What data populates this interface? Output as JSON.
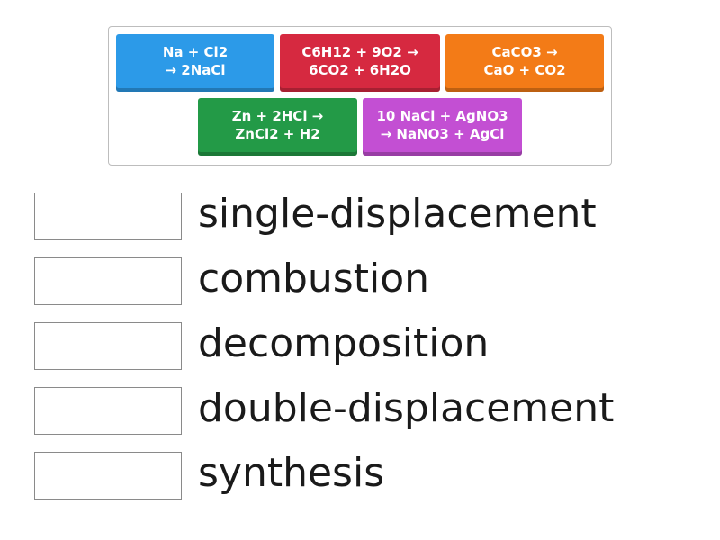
{
  "tiles": [
    {
      "label": "Na + Cl2\n→ 2NaCl",
      "color": "#2c9ae8"
    },
    {
      "label": "C6H12 + 9O2 →\n6CO2 + 6H2O",
      "color": "#d62940"
    },
    {
      "label": "CaCO3 →\nCaO + CO2",
      "color": "#f37b17"
    },
    {
      "label": "Zn + 2HCl →\nZnCl2 + H2",
      "color": "#239a47"
    },
    {
      "label": "10 NaCl + AgNO3\n→ NaNO3 + AgCl",
      "color": "#c34fd3"
    }
  ],
  "targets": [
    {
      "label": "single-displacement"
    },
    {
      "label": "combustion"
    },
    {
      "label": "decomposition"
    },
    {
      "label": "double-displacement"
    },
    {
      "label": "synthesis"
    }
  ]
}
